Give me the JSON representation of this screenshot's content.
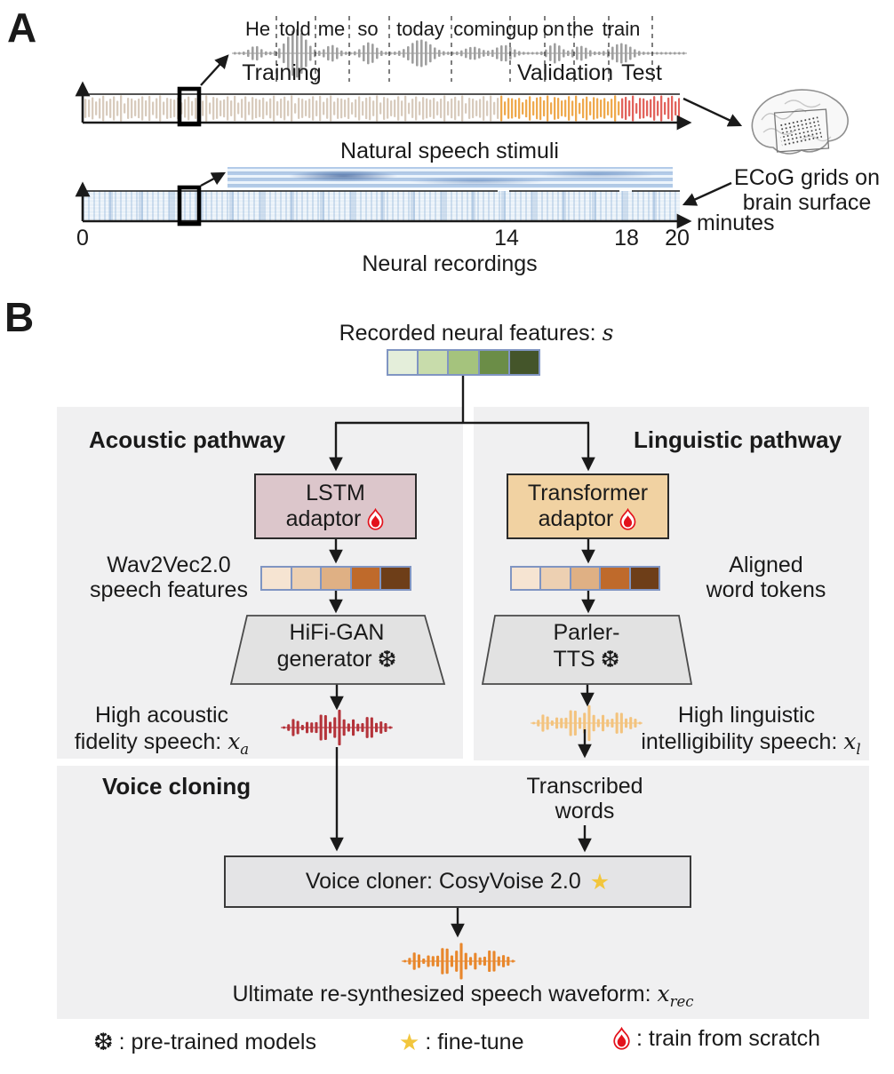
{
  "panel_a": {
    "label": "A",
    "zoom_words": [
      "He",
      "told",
      "me",
      "so",
      "today",
      "comingup",
      "on",
      "the",
      "train"
    ],
    "training_label": "Training",
    "validation_label": "Validation",
    "test_label": "Test",
    "stimuli_caption": "Natural speech stimuli",
    "neural_caption": "Neural recordings",
    "axis_ticks": [
      "0",
      "14",
      "18",
      "20"
    ],
    "axis_unit": "minutes",
    "ecog_line1": "ECoG grids on",
    "ecog_line2": "brain surface"
  },
  "panel_b": {
    "label": "B",
    "input_caption": "Recorded neural features:",
    "input_symbol": "s",
    "acoustic": {
      "title": "Acoustic pathway",
      "adaptor_line1": "LSTM",
      "adaptor_line2": "adaptor",
      "features_line1": "Wav2Vec2.0",
      "features_line2": "speech features",
      "model_line1": "HiFi-GAN",
      "model_line2": "generator",
      "output_line1": "High acoustic",
      "output_line2": "fidelity speech:",
      "output_symbol": "x",
      "output_sub": "a"
    },
    "linguistic": {
      "title": "Linguistic pathway",
      "adaptor_line1": "Transformer",
      "adaptor_line2": "adaptor",
      "features_line1": "Aligned",
      "features_line2": "word tokens",
      "model_line1": "Parler-",
      "model_line2": "TTS",
      "output_line1": "High linguistic",
      "output_line2": "intelligibility speech:",
      "output_symbol": "x",
      "output_sub": "l"
    },
    "voice_cloning": {
      "title": "Voice cloning",
      "transcribed_line1": "Transcribed",
      "transcribed_line2": "words",
      "cloner_label": "Voice cloner: CosyVoise 2.0",
      "final_caption": "Ultimate re-synthesized speech waveform:",
      "final_symbol": "x",
      "final_sub": "rec"
    },
    "legend": {
      "pretrained": ": pre-trained models",
      "finetune": ": fine-tune",
      "scratch": ": train from scratch"
    }
  },
  "glyphs": {
    "snowflake": "❆",
    "star": "★"
  },
  "colors": {
    "training_wave": "#d8cbbd",
    "validation_wave": "#efa94d",
    "test_wave": "#e2635c",
    "word_wave": "#9f9f9f",
    "green_cells": [
      "#e4eeda",
      "#c8dcab",
      "#a5c37d",
      "#6b8d47",
      "#44552a"
    ],
    "brown_cells": [
      "#f6e4d2",
      "#edd0b2",
      "#dfb084",
      "#bf6a2b",
      "#6e3e18"
    ],
    "cell_border": "#8095c2",
    "lstm_box": "#dcc6cb",
    "transformer_box": "#f1d2a2",
    "wave_red": "#b4333a",
    "wave_light_orange": "#f3c37e",
    "wave_orange": "#e8872c",
    "star": "#f2c63d",
    "flame": "#e3121c",
    "panel_gray": "#f0f0f1"
  }
}
